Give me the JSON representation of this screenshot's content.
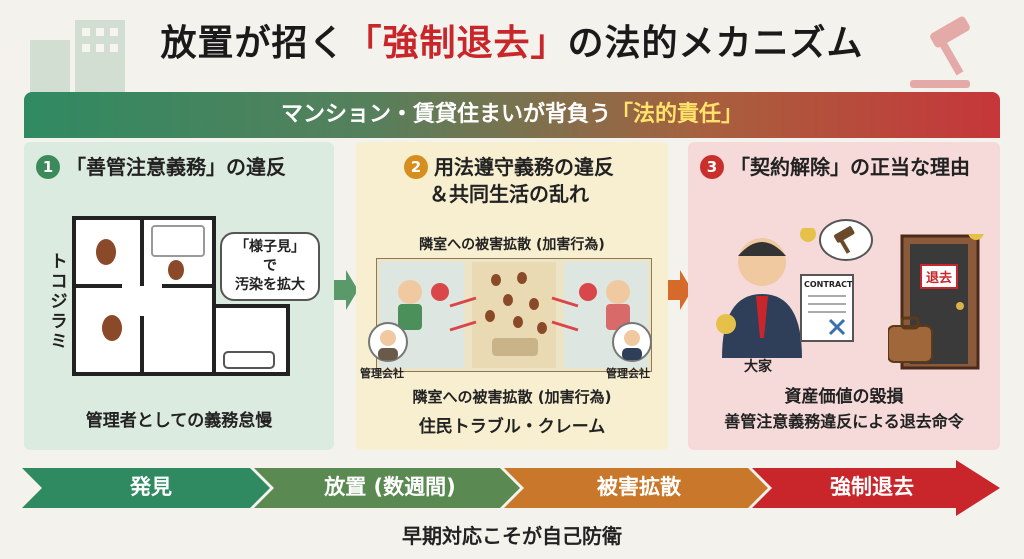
{
  "title": {
    "before": "放置が招く",
    "emphasis": "「強制退去」",
    "after": "の法的メカニズム"
  },
  "banner": {
    "before": "マンション・賃貸住まいが背負う",
    "emphasis": "「法的責任」"
  },
  "panel1": {
    "number": "1",
    "title": "「善管注意義務」の違反",
    "bug_label": "トコジラミ",
    "bubble": [
      "「様子見」で",
      "汚染を拡大"
    ],
    "caption": "管理者としての義務怠慢"
  },
  "panel2": {
    "number": "2",
    "title": [
      "用法遵守義務の違反",
      "＆共同生活の乱れ"
    ],
    "subtitle": "隣室への被害拡散 (加害行為)",
    "label_left": "管理会社",
    "label_right": "管理会社",
    "caption1": "隣室への被害拡散 (加害行為)",
    "caption2": "住民トラブル・クレーム"
  },
  "panel3": {
    "number": "3",
    "title": "「契約解除」の正当な理由",
    "contract": "CONTRACT",
    "landlord": "大家",
    "door_sign": "退去",
    "caption1": "資産価値の毀損",
    "caption2": "善管注意義務違反による退去命令"
  },
  "timeline": {
    "steps": [
      "発見",
      "放置 (数週間)",
      "被害拡散",
      "強制退去"
    ],
    "colors": [
      "#2f8a62",
      "#5a8a52",
      "#c9782b",
      "#c8262b"
    ]
  },
  "footer": "早期対応こそが自己防衛"
}
